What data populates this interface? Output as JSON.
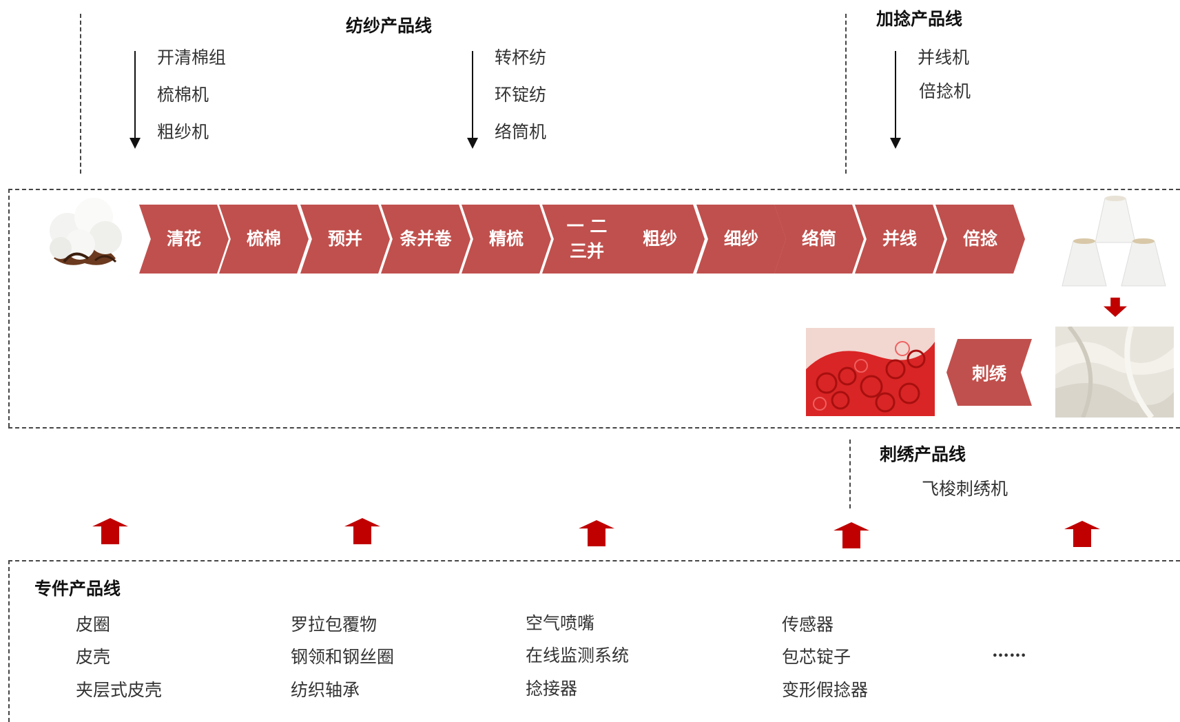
{
  "spinning": {
    "title": "纺纱产品线",
    "col1": [
      "开清棉组",
      "梳棉机",
      "粗纱机"
    ],
    "col2": [
      "转杯纺",
      "环锭纺",
      "络筒机"
    ]
  },
  "twisting": {
    "title": "加捻产品线",
    "items": [
      "并线机",
      "倍捻机"
    ]
  },
  "process_steps": [
    "清花",
    "梳棉",
    "预并",
    "条并卷",
    "精梳",
    "一 二\n三并",
    "粗纱",
    "细纱",
    "络筒",
    "并线",
    "倍捻"
  ],
  "embroidery": {
    "step": "刺绣",
    "title": "刺绣产品线",
    "item": "飞梭刺绣机"
  },
  "parts": {
    "title": "专件产品线",
    "columns": [
      [
        "皮圈",
        "皮壳",
        "夹层式皮壳"
      ],
      [
        "罗拉包覆物",
        "钢领和钢丝圈",
        "纺织轴承"
      ],
      [
        "空气喷嘴",
        "在线监测系统",
        "捻接器"
      ],
      [
        "传感器",
        "包芯锭子",
        "变形假捻器"
      ]
    ],
    "more": "……"
  },
  "colors": {
    "chevron": "#c0504d",
    "arrow": "#c00000"
  }
}
